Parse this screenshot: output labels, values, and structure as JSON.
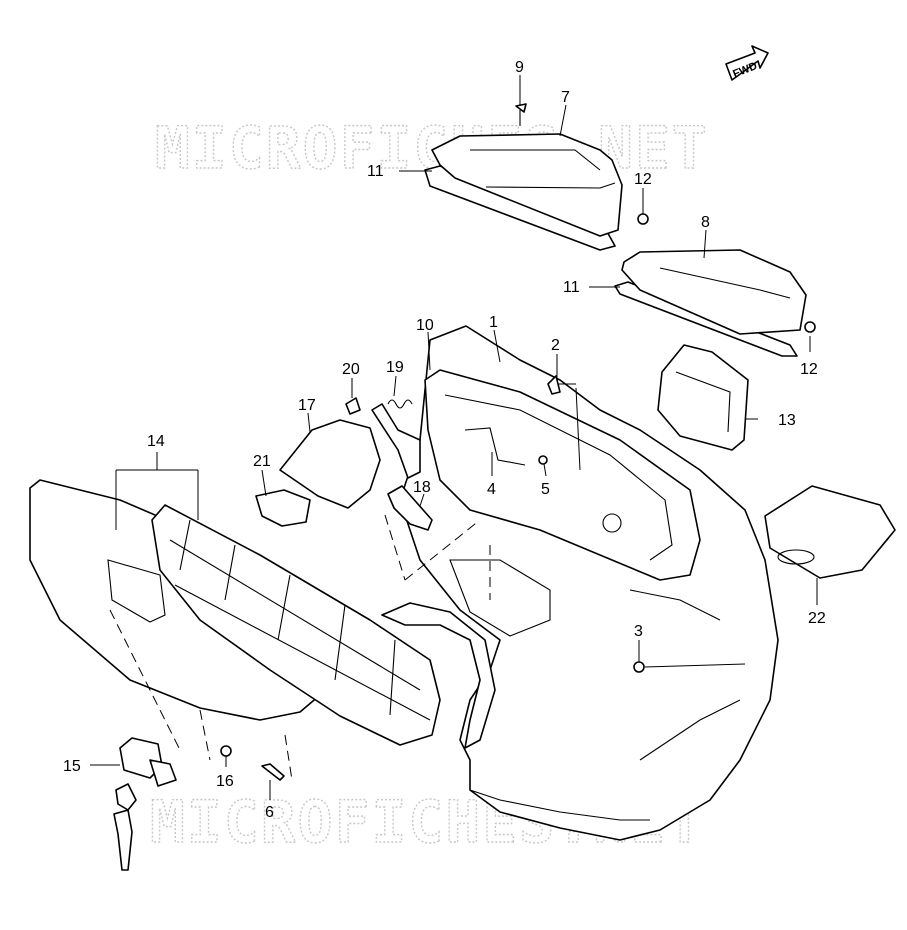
{
  "watermark": {
    "top": "MICROFICHES.NET",
    "bottom": "MICROFICHES.NET"
  },
  "direction_arrow": {
    "label": "FWD",
    "icon": "forward-arrow-icon"
  },
  "callouts": {
    "c1": "1",
    "c2": "2",
    "c3": "3",
    "c4": "4",
    "c5": "5",
    "c6": "6",
    "c7": "7",
    "c8": "8",
    "c9": "9",
    "c10": "10",
    "c11a": "11",
    "c11b": "11",
    "c12a": "12",
    "c12b": "12",
    "c13": "13",
    "c14": "14",
    "c15": "15",
    "c16": "16",
    "c17": "17",
    "c18": "18",
    "c19": "19",
    "c20": "20",
    "c21": "21",
    "c22": "22"
  }
}
